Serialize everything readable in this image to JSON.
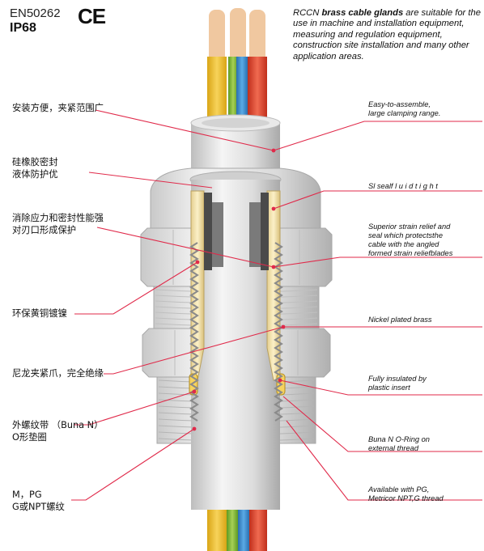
{
  "header": {
    "standard": "EN50262",
    "rating": "IP68",
    "mark": "CE"
  },
  "intro": {
    "prefix": "RCCN ",
    "bold": "brass cable glands",
    "rest": " are suitable for the use in machine and installation equipment, measuring and regulation equipment, construction site installation and many other application areas."
  },
  "labels_cn": [
    {
      "text": "安装方便，夹紧范围广"
    },
    {
      "text": "硅橡胶密封"
    },
    {
      "text": "液体防护优"
    },
    {
      "text": "消除应力和密封性能强"
    },
    {
      "text": "对刃口形成保护"
    },
    {
      "text": "环保黄铜镀镍"
    },
    {
      "text": "尼龙夹紧爪，完全绝缘"
    },
    {
      "text": "外螺纹带 （Buna N）"
    },
    {
      "text": "O形垫圈"
    },
    {
      "text": "M，PG"
    },
    {
      "text": "G或NPT螺纹"
    }
  ],
  "labels_en": [
    {
      "text": "Easy-to-assemble,"
    },
    {
      "text": "large clamping range."
    },
    {
      "text": "Sl sealf l u i d t i g h t"
    },
    {
      "text": "Superior strain relief and"
    },
    {
      "text": "seal  which protectsthe"
    },
    {
      "text": "cable with the angled"
    },
    {
      "text": "formed strain  reliefblades"
    },
    {
      "text": "Nickel plated brass"
    },
    {
      "text": "Fully insulated by"
    },
    {
      "text": "plastic insert"
    },
    {
      "text": "Buna N O-Ring on"
    },
    {
      "text": "external thread"
    },
    {
      "text": "Available with PG,"
    },
    {
      "text": "Metricor NPT,G thread"
    }
  ],
  "colors": {
    "leader": "#e02a4a",
    "wire_yellow": "#f1c232",
    "wire_green": "#8fbf3a",
    "wire_blue": "#3f8fd0",
    "wire_red": "#e0452e",
    "wire_tip": "#f0c8a0",
    "sheath": "#dddddd",
    "nut": "#e4e4e4",
    "brass": "#f3e3b2"
  }
}
